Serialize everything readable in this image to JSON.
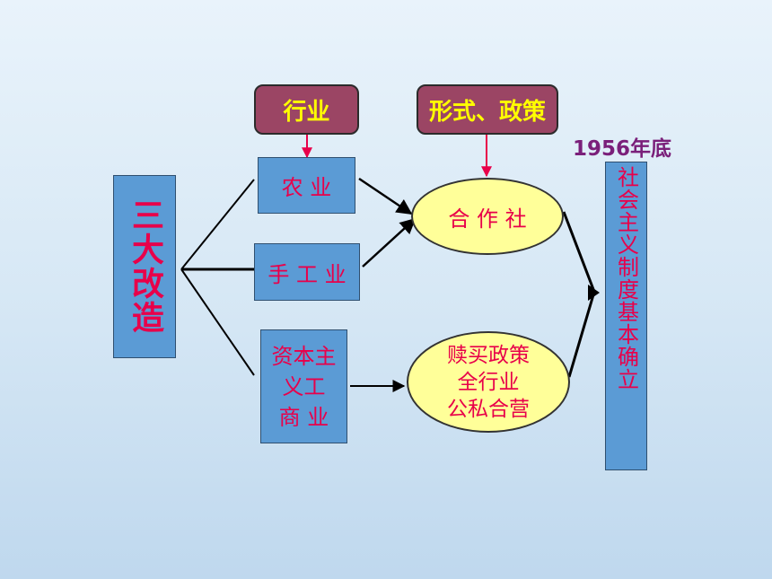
{
  "header_tags": {
    "industry": "行业",
    "form_policy": "形式、政策"
  },
  "root": "三大改造",
  "sectors": {
    "agriculture": "农 业",
    "handicraft": "手 工 业",
    "capitalist_line1": "资本主",
    "capitalist_line2": "义工",
    "capitalist_line3": "商 业"
  },
  "forms": {
    "cooperative": "合 作 社",
    "redemption_line1": "赎买政策",
    "redemption_line2": "全行业",
    "redemption_line3": "公私合营"
  },
  "result": {
    "date": "1956年底",
    "text": "社会主义制度基本确立"
  },
  "colors": {
    "box_fill": "#5b9bd5",
    "tag_fill": "#9b4564",
    "tag_text": "#ffff00",
    "oval_fill": "#ffff99",
    "red_text": "#e8004a",
    "date_text": "#7a1f7a"
  }
}
